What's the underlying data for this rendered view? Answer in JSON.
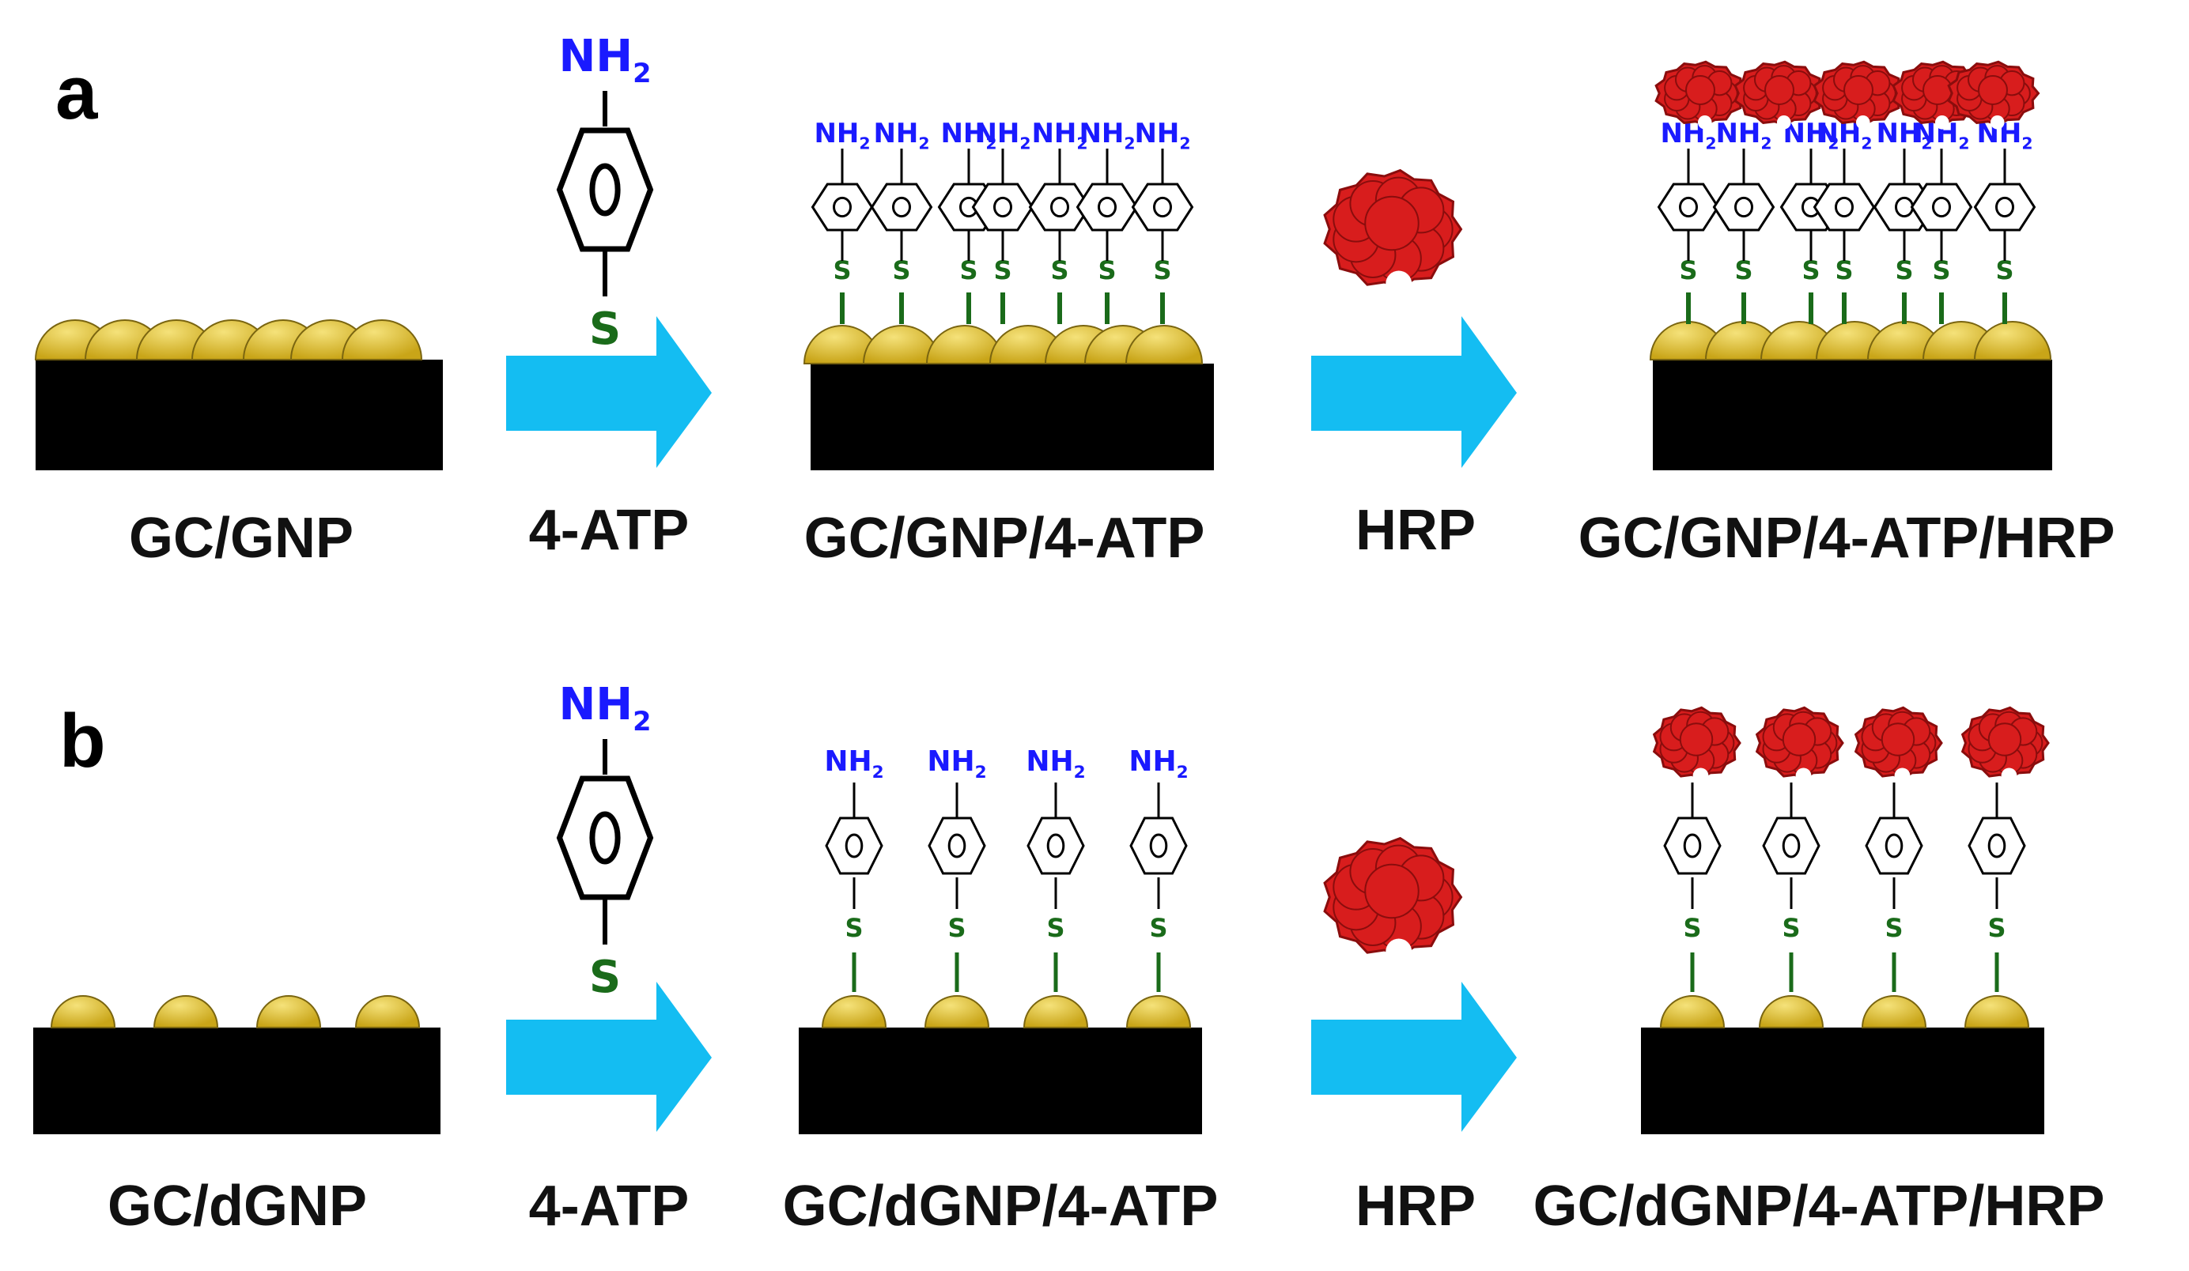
{
  "colors": {
    "substrate": "#000000",
    "gold": "#d8b82a",
    "gold_highlight": "#f3dc5a",
    "arrow": "#14bdf2",
    "nh2": "#1a1aff",
    "sulfur": "#1a6b1a",
    "protein": "#d81d1d",
    "protein_dark": "#8a0d0d"
  },
  "panels": [
    {
      "letter": "a",
      "label_substrate": "GC/GNP",
      "label_step1": "4-ATP",
      "label_product1": "GC/GNP/4-ATP",
      "label_step2": "HRP",
      "label_product2": "GC/GNP/4-ATP/HRP"
    },
    {
      "letter": "b",
      "label_substrate": "GC/dGNP",
      "label_step1": "4-ATP",
      "label_product1": "GC/dGNP/4-ATP",
      "label_step2": "HRP",
      "label_product2": "GC/dGNP/4-ATP/HRP"
    }
  ],
  "molecule": {
    "amine": "NH",
    "amine_subscript": "2",
    "sulfur": "S"
  },
  "icons": {
    "arrow": "right-arrow-icon",
    "protein": "hrp-protein-icon",
    "benzene": "benzene-ring-icon"
  }
}
